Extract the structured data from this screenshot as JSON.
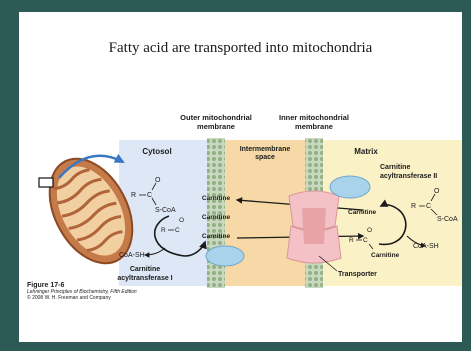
{
  "slide": {
    "title": "Fatty acid are transported into mitochondria"
  },
  "regions": {
    "outer_membrane_line1": "Outer mitochondrial",
    "outer_membrane_line2": "membrane",
    "inner_membrane_line1": "Inner mitochondrial",
    "inner_membrane_line2": "membrane",
    "cytosol": "Cytosol",
    "intermembrane_line1": "Intermembrane",
    "intermembrane_line2": "space",
    "matrix": "Matrix"
  },
  "molecules": {
    "r": "R",
    "c": "C",
    "o": "O",
    "scoa": "S-CoA",
    "coash_left": "CoA-SH",
    "coash_right": "CoA-SH",
    "carnitine_top": "Carnitine",
    "carnitine_mid": "Carnitine",
    "carnitine_bottom": "Carnitine",
    "carnitine_matrix": "Carnitine",
    "carnitine_matrix_bottom": "Carnitine"
  },
  "enzymes": {
    "cat1_line1": "Carnitine",
    "cat1_line2": "acyltransferase I",
    "cat2_line1": "Carnitine",
    "cat2_line2": "acyltransferase II",
    "transporter": "Transporter"
  },
  "figure": {
    "label": "Figure 17-6",
    "book": "Lehninger Principles of Biochemistry, Fifth Edition",
    "copyright": "© 2008 W. H. Freeman and Company"
  },
  "colors": {
    "background": "#2e5a56",
    "cytosol": "#dde7f5",
    "intermembrane": "#f6d9a6",
    "matrix": "#fbf1c6",
    "membrane": "#b7ccae",
    "enzyme": "#a9d3ea",
    "transporter": "#f4c2c6",
    "mitochondrion": "#c57a49"
  }
}
